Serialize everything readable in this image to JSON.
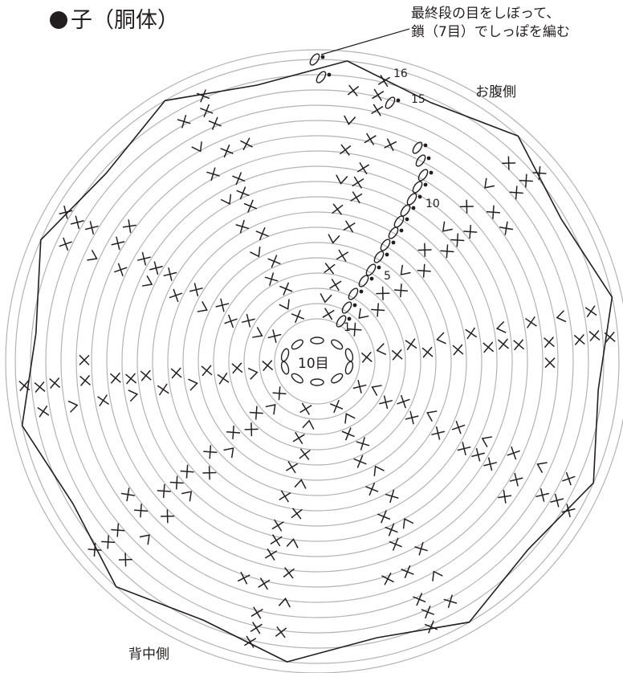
{
  "title": "子（胴体）",
  "note": {
    "line1": "最終段の目をしぼって、",
    "line2": "鎖（7目）でしっぽを編む"
  },
  "labels": {
    "belly": "お腹側",
    "back": "背中側",
    "center": "10目"
  },
  "round_numbers": {
    "r1": "1",
    "r5": "5",
    "r10": "10",
    "r15": "15",
    "r16": "16"
  },
  "colors": {
    "line": "#231f20",
    "ring": "#b3b3b3"
  }
}
